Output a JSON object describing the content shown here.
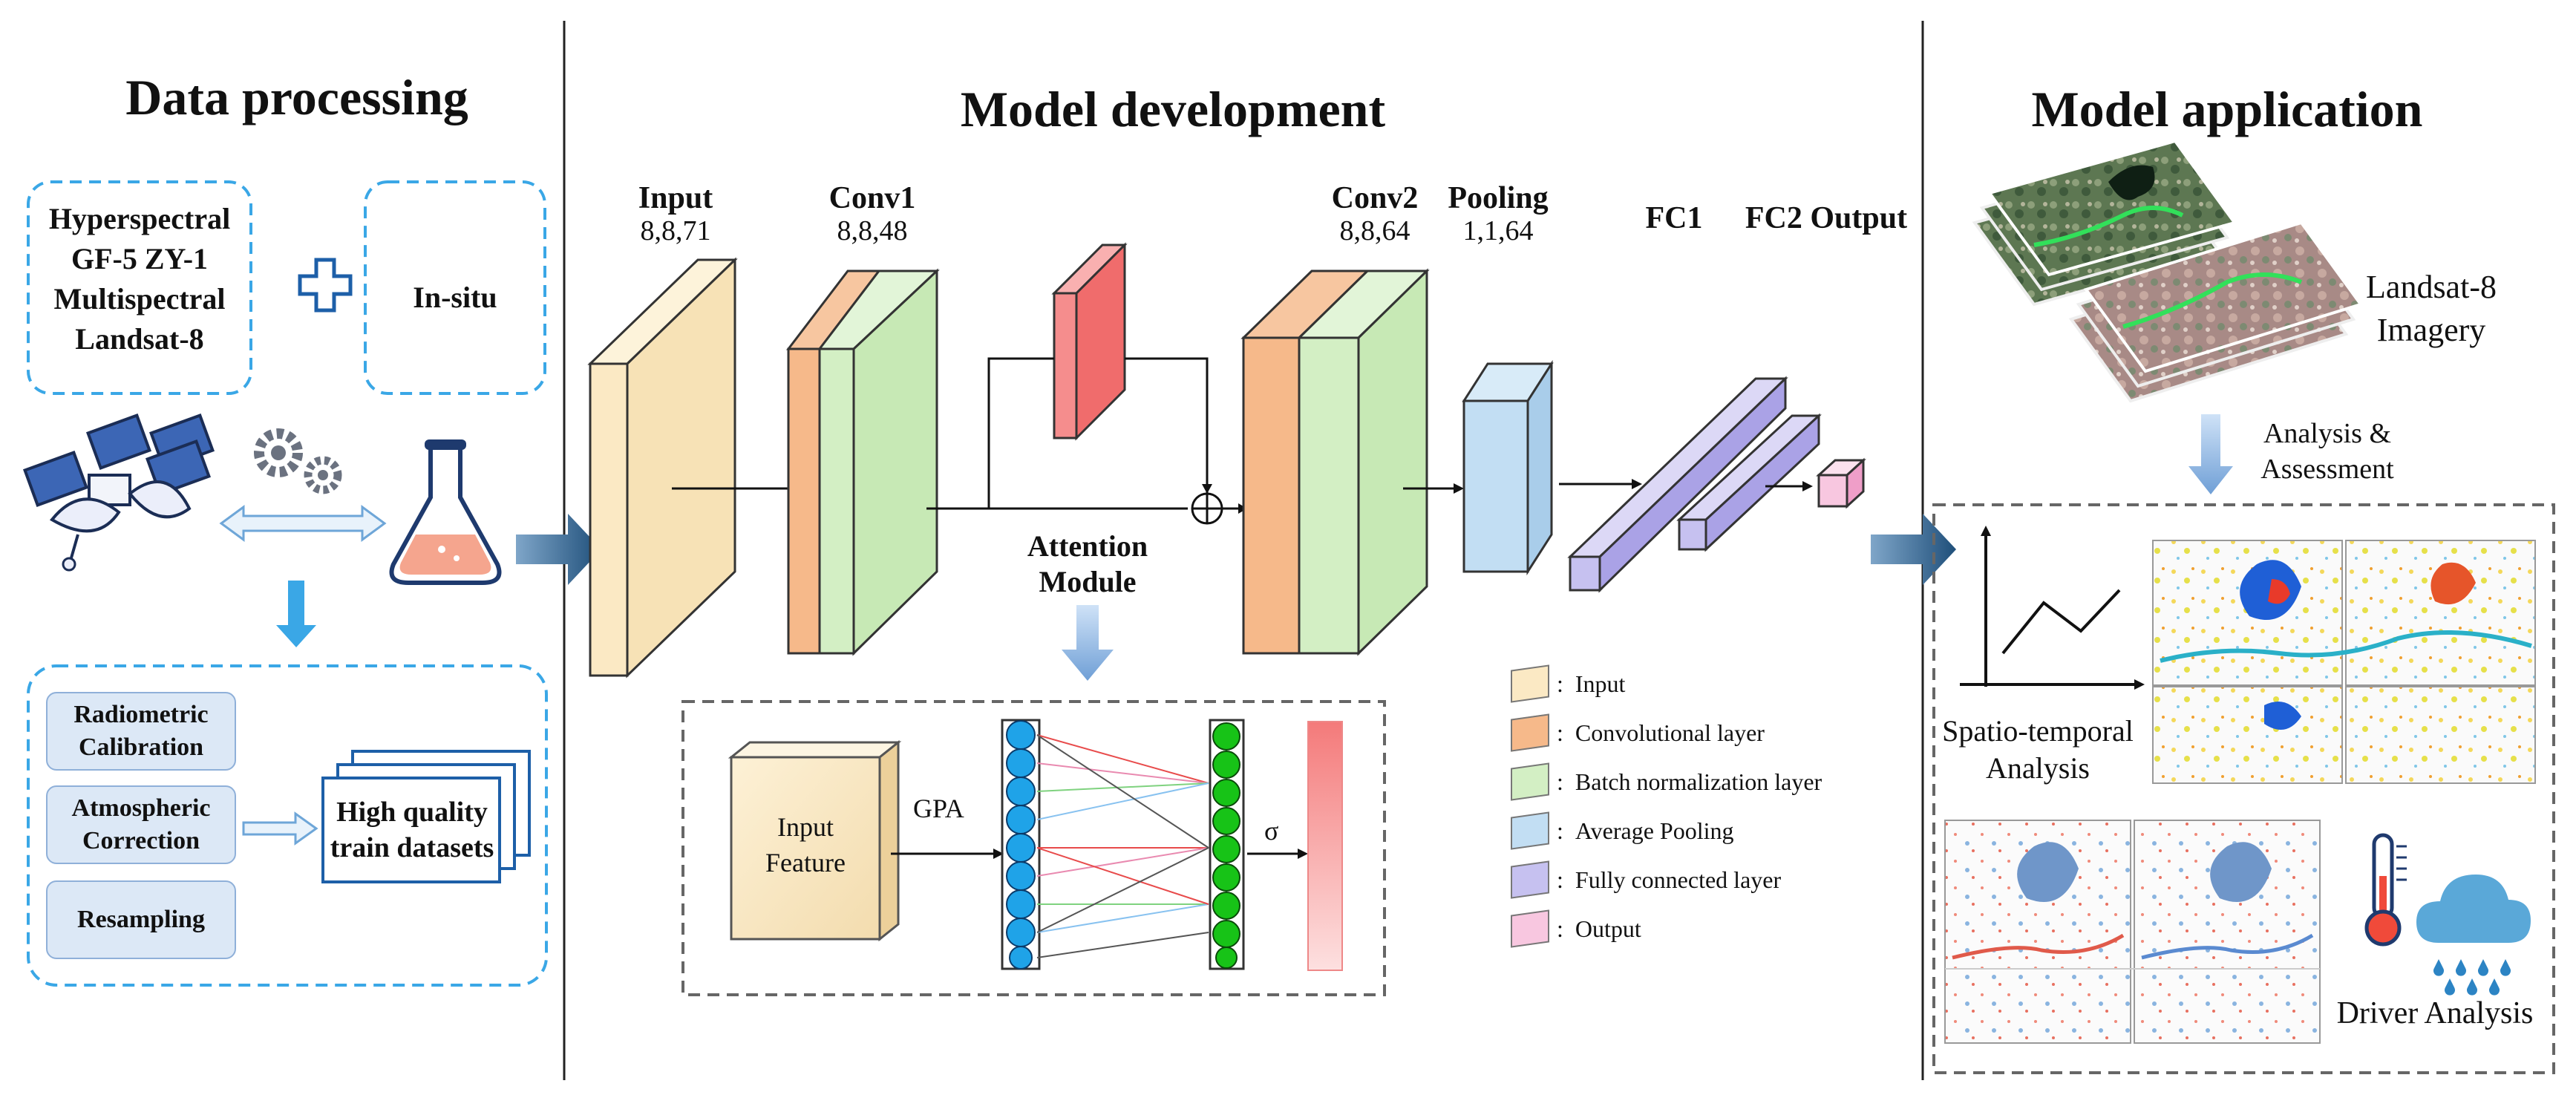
{
  "titles": {
    "data_processing": "Data processing",
    "model_development": "Model development",
    "model_application": "Model application"
  },
  "data_processing": {
    "hyperspectral": "Hyperspectral",
    "hyper_sensors": "GF-5 ZY-1",
    "multispectral": "Multispectral",
    "multi_sensors": "Landsat-8",
    "in_situ": "In-situ",
    "steps": [
      "Radiometric Calibration",
      "Atmospheric Correction",
      "Resampling"
    ],
    "output": "High quality train datasets"
  },
  "model": {
    "layers": [
      {
        "name": "Input",
        "shape": "8,8,71"
      },
      {
        "name": "Conv1",
        "shape": "8,8,48"
      },
      {
        "name": "Conv2",
        "shape": "8,8,64"
      },
      {
        "name": "Pooling",
        "shape": "1,1,64"
      },
      {
        "name": "FC1",
        "shape": ""
      },
      {
        "name": "FC2 Output",
        "shape": ""
      }
    ],
    "attention_label": "Attention Module",
    "attention": {
      "input_feature": "Input Feature",
      "gpa": "GPA",
      "sigma": "σ"
    },
    "legend": [
      {
        "label": "Input",
        "color": "#fbe9c4"
      },
      {
        "label": "Convolutional layer",
        "color": "#f6b98a"
      },
      {
        "label": "Batch normalization layer",
        "color": "#d3efc4"
      },
      {
        "label": "Average Pooling",
        "color": "#c2def3"
      },
      {
        "label": "Fully connected layer",
        "color": "#c6c1f0"
      },
      {
        "label": "Output",
        "color": "#f8c7e0"
      }
    ],
    "legend_separator": ":"
  },
  "application": {
    "imagery": "Landsat-8 Imagery",
    "analysis": "Analysis & Assessment",
    "spatio": "Spatio-temporal Analysis",
    "driver": "Driver Analysis"
  }
}
